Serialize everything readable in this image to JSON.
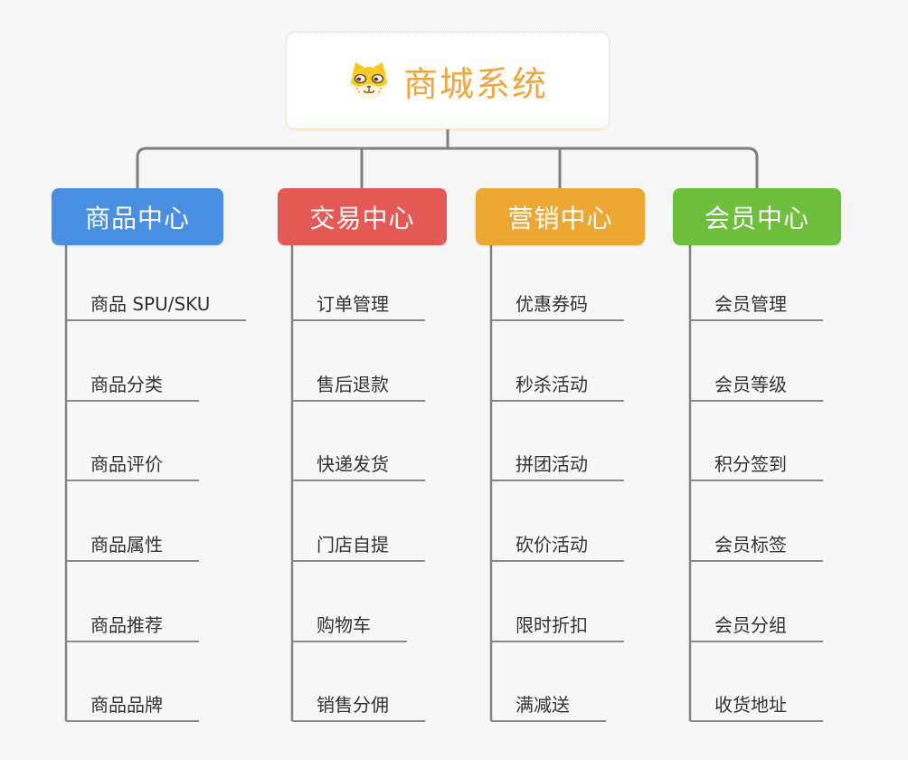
{
  "root": {
    "label": "商城系统",
    "icon": "dog-face-icon"
  },
  "branches": [
    {
      "title": "商品中心",
      "color": "#4a8ee4",
      "items": [
        "商品 SPU/SKU",
        "商品分类",
        "商品评价",
        "商品属性",
        "商品推荐",
        "商品品牌"
      ]
    },
    {
      "title": "交易中心",
      "color": "#e45856",
      "items": [
        "订单管理",
        "售后退款",
        "快递发货",
        "门店自提",
        "购物车",
        "销售分佣"
      ]
    },
    {
      "title": "营销中心",
      "color": "#eda833",
      "items": [
        "优惠券码",
        "秒杀活动",
        "拼团活动",
        "砍价活动",
        "限时折扣",
        "满减送"
      ]
    },
    {
      "title": "会员中心",
      "color": "#6fbf3e",
      "items": [
        "会员管理",
        "会员等级",
        "积分签到",
        "会员标签",
        "会员分组",
        "收货地址"
      ]
    }
  ],
  "colors": {
    "background": "#f7f7f7",
    "root_accent": "#f0a63e",
    "root_border": "#f2c78a",
    "connector_line": "#7f7f7f",
    "leaf_underline": "#8a8a8a",
    "leaf_text": "#333333"
  }
}
